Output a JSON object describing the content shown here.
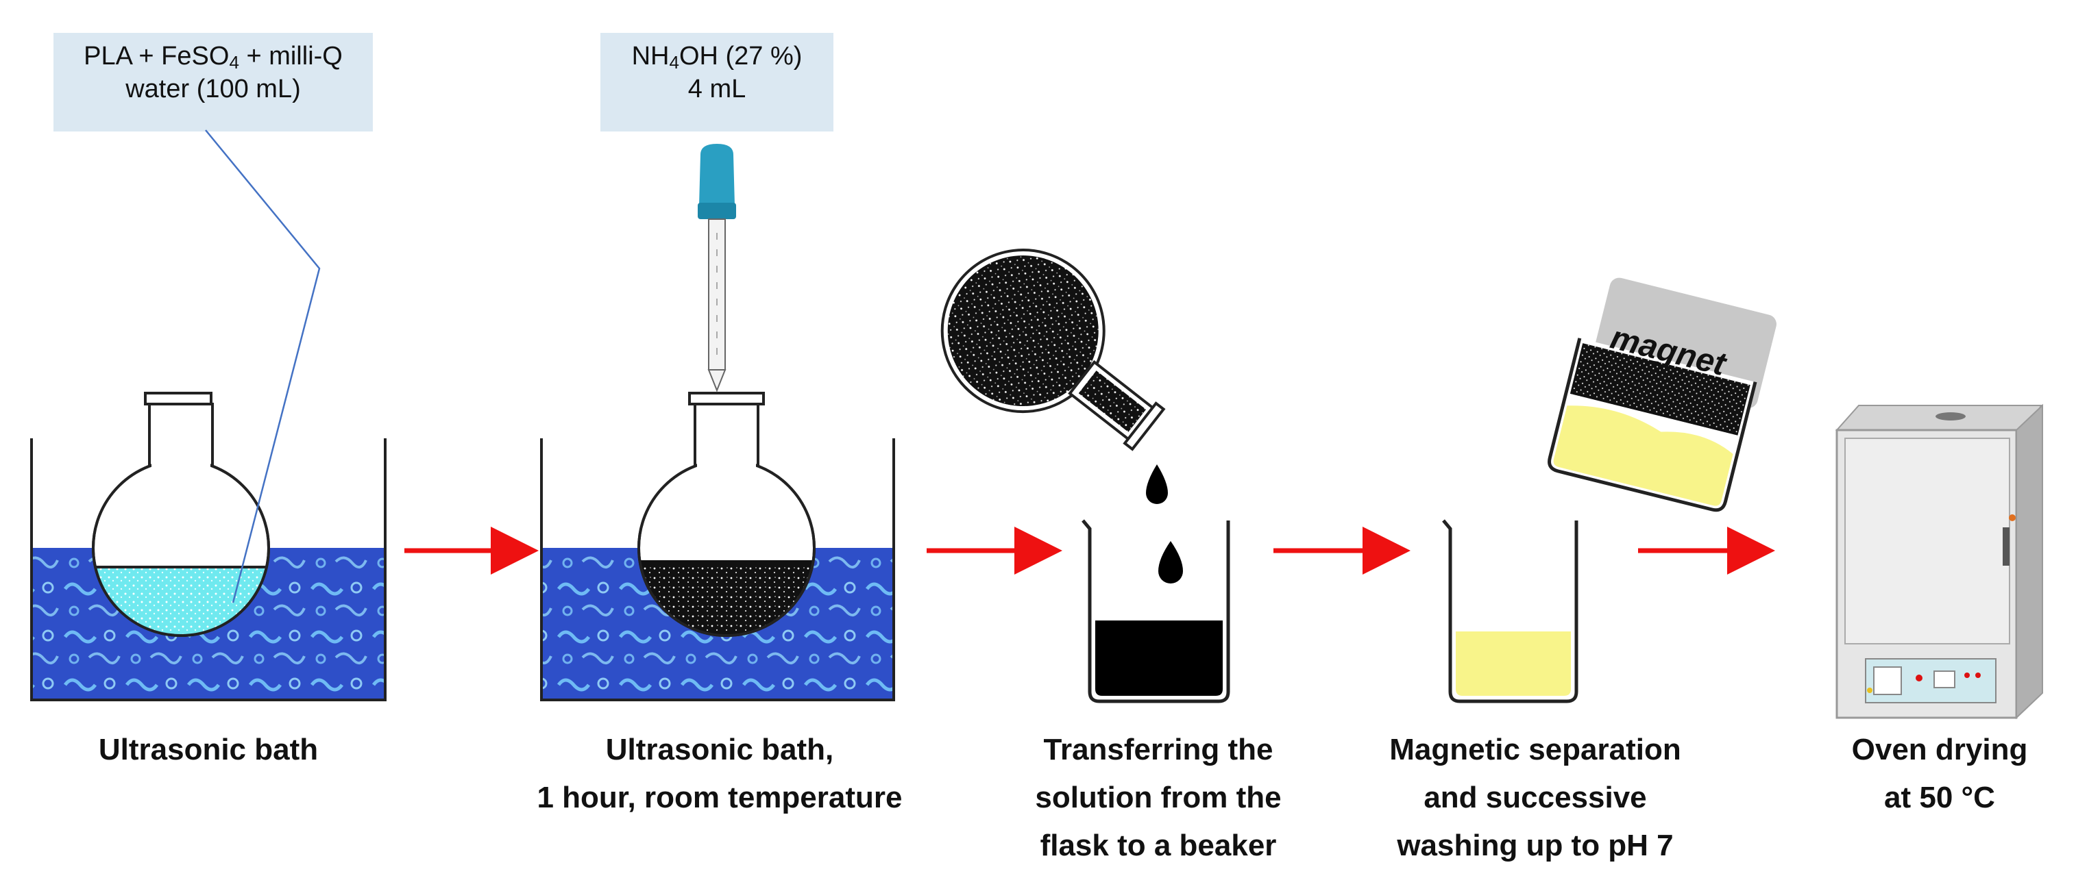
{
  "labels": {
    "reagents": {
      "line1_pre": "PLA + FeSO",
      "line1_sub": "4",
      "line1_post": " + milli-Q",
      "line2": "water (100 mL)"
    },
    "base": {
      "line1_pre": "NH",
      "line1_sub": "4",
      "line1_post": "OH  (27 %)",
      "line2": "4 mL"
    }
  },
  "magnet_label": "magnet",
  "steps": [
    {
      "lines": [
        "Ultrasonic bath"
      ]
    },
    {
      "lines": [
        "Ultrasonic bath,",
        "1 hour, room temperature"
      ]
    },
    {
      "lines": [
        "Transferring the",
        "solution from the",
        "flask to a beaker"
      ]
    },
    {
      "lines": [
        "Magnetic separation",
        "and successive",
        "washing up to pH 7"
      ]
    },
    {
      "lines": [
        "Oven drying",
        "at 50 °C"
      ]
    }
  ],
  "colors": {
    "water": "#2e4fc8",
    "solution_cyan": "#6fe9ef",
    "arrow": "#ee1111",
    "label_bg": "#dbe8f2",
    "dropper_bulb": "#2a9fc2",
    "yellow_solution": "#f8f48a",
    "magnet_bg": "#c8c8c8",
    "oven_body": "#e6e6e6"
  }
}
